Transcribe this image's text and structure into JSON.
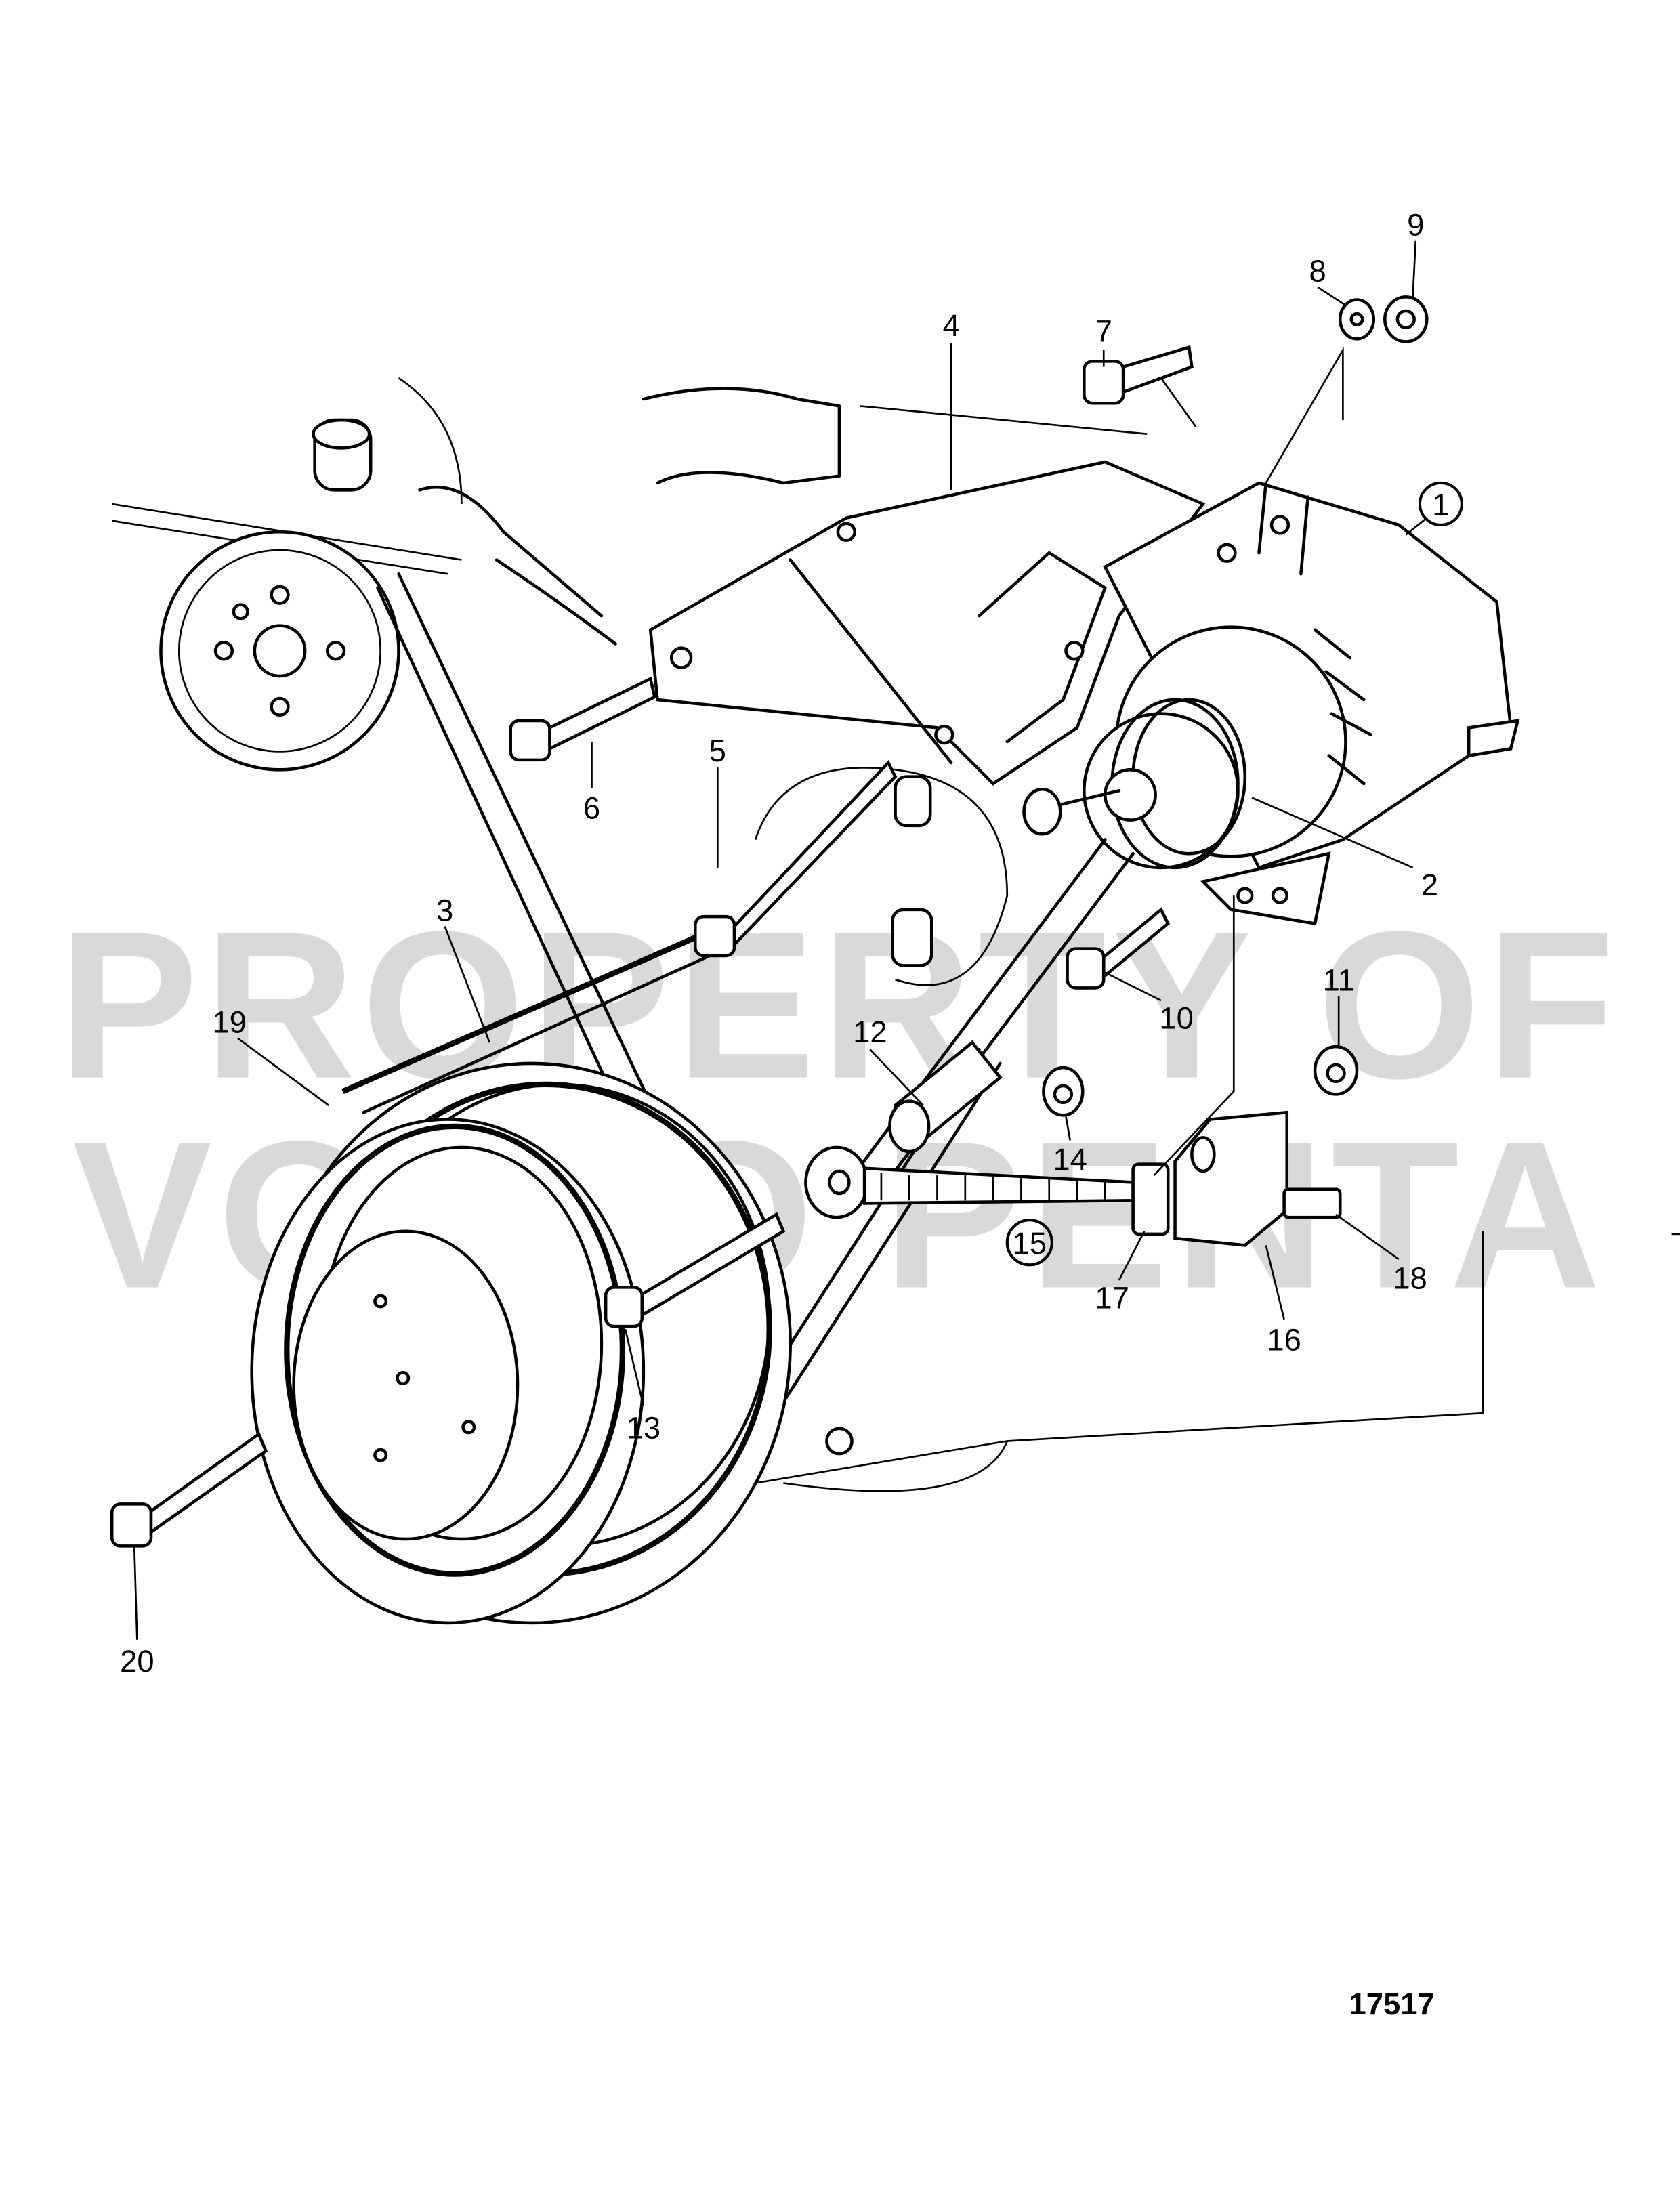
{
  "diagram": {
    "reference_number": "17517",
    "watermark": "PROPERTY OF VOLVO PENTA",
    "watermark_lines": [
      "PROPERTY OF",
      "VOLVO PENTA"
    ],
    "callouts": [
      {
        "id": "1",
        "label": "1",
        "circled": true
      },
      {
        "id": "2",
        "label": "2"
      },
      {
        "id": "3",
        "label": "3"
      },
      {
        "id": "4",
        "label": "4"
      },
      {
        "id": "5",
        "label": "5"
      },
      {
        "id": "6",
        "label": "6"
      },
      {
        "id": "7",
        "label": "7"
      },
      {
        "id": "8",
        "label": "8"
      },
      {
        "id": "9",
        "label": "9"
      },
      {
        "id": "10",
        "label": "10"
      },
      {
        "id": "11",
        "label": "11"
      },
      {
        "id": "12",
        "label": "12"
      },
      {
        "id": "13",
        "label": "13"
      },
      {
        "id": "14",
        "label": "14"
      },
      {
        "id": "15",
        "label": "15",
        "circled": true
      },
      {
        "id": "16",
        "label": "16"
      },
      {
        "id": "17",
        "label": "17"
      },
      {
        "id": "18",
        "label": "18"
      },
      {
        "id": "19",
        "label": "19"
      },
      {
        "id": "20",
        "label": "20"
      }
    ]
  }
}
